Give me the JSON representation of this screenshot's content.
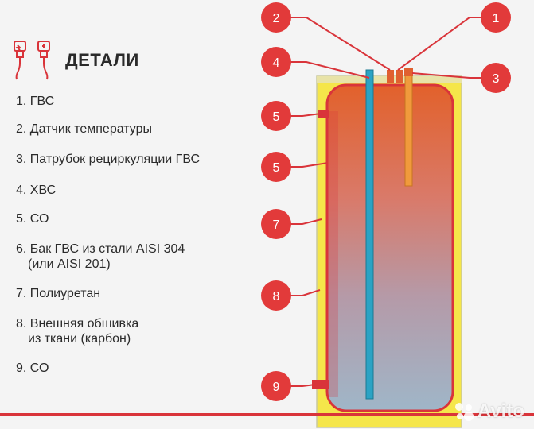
{
  "header": {
    "title": "ДЕТАЛИ",
    "icon": "usb-cables-icon"
  },
  "legend": [
    {
      "line1": "1. ГВС",
      "line2": ""
    },
    {
      "line1": "2. Датчик температуры",
      "line2": ""
    },
    {
      "line1": "3. Патрубок рециркуляции ГВС",
      "line2": ""
    },
    {
      "line1": "4. ХВС",
      "line2": ""
    },
    {
      "line1": "5. СО",
      "line2": ""
    },
    {
      "line1": "6. Бак ГВС из стали AISI 304",
      "line2": "(или AISI 201)"
    },
    {
      "line1": "7. Полиуретан",
      "line2": ""
    },
    {
      "line1": "8. Внешняя обшивка",
      "line2": "из ткани (карбон)"
    },
    {
      "line1": "9. СО",
      "line2": ""
    }
  ],
  "callouts": [
    "2",
    "1",
    "4",
    "3",
    "5",
    "5",
    "7",
    "8",
    "9"
  ],
  "colors": {
    "accent": "#d9343a",
    "insulation": "#f5e64a",
    "tank_top": "#e2612b",
    "tank_bottom": "#9fb6c8",
    "cold_pipe": "#2ba3c4",
    "hot_pipe": "#f09a3c"
  },
  "watermark": {
    "text": "Avito"
  }
}
